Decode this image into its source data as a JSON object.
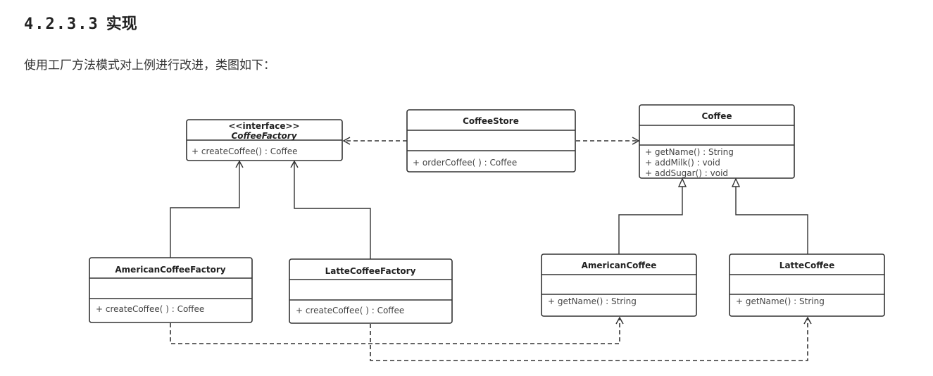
{
  "heading": {
    "number": "4.2.3.3",
    "title": "实现"
  },
  "intro": "使用工厂方法模式对上例进行改进，类图如下：",
  "diagram": {
    "coffee_factory": {
      "stereotype": "<<interface>>",
      "name": "CoffeeFactory",
      "methods": [
        "+ createCoffee() : Coffee"
      ]
    },
    "coffee_store": {
      "name": "CoffeeStore",
      "methods": [
        "+ orderCoffee( ) : Coffee"
      ]
    },
    "coffee": {
      "name": "Coffee",
      "methods": [
        "+ getName() : String",
        "+ addMilk() : void",
        "+ addSugar() : void"
      ]
    },
    "american_coffee_factory": {
      "name": "AmericanCoffeeFactory",
      "methods": [
        "+ createCoffee( ) : Coffee"
      ]
    },
    "latte_coffee_factory": {
      "name": "LatteCoffeeFactory",
      "methods": [
        "+ createCoffee( ) : Coffee"
      ]
    },
    "american_coffee": {
      "name": "AmericanCoffee",
      "methods": [
        "+ getName() : String"
      ]
    },
    "latte_coffee": {
      "name": "LatteCoffee",
      "methods": [
        "+ getName() : String"
      ]
    }
  }
}
